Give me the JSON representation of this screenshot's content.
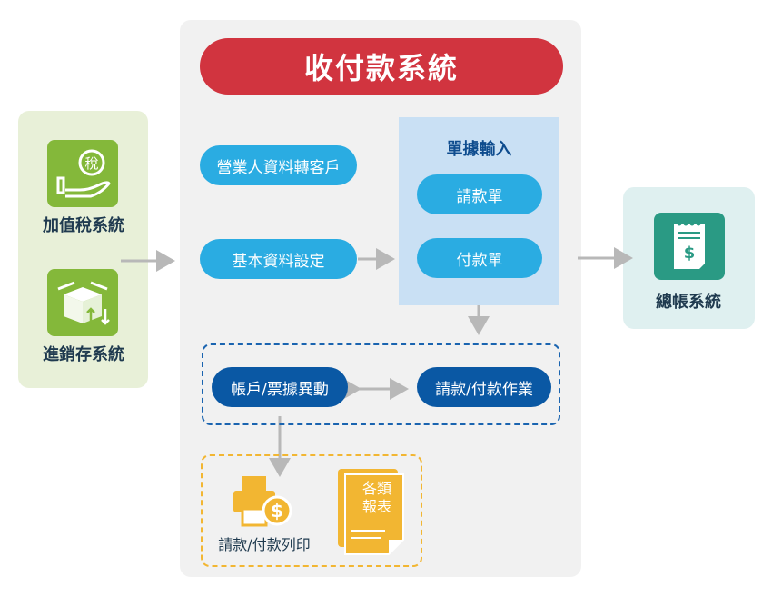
{
  "title": "收付款系統",
  "left_panel": {
    "tax_system": "加值稅系統",
    "tax_badge": "稅",
    "inventory_system": "進銷存系統"
  },
  "main": {
    "sales_to_customer": "營業人資料轉客戶",
    "basic_settings": "基本資料設定",
    "document_input": {
      "title": "單據輸入",
      "request_slip": "請款單",
      "payment_slip": "付款單"
    },
    "account_change": "帳戶/票據異動",
    "payment_operations": "請款/付款作業",
    "print_label": "請款/付款列印",
    "reports": [
      "各類",
      "報表"
    ]
  },
  "right_panel": {
    "ledger_system": "總帳系統"
  },
  "icons": {
    "tax": "hand-coin-icon",
    "inventory": "box-icon",
    "ledger": "receipt-dollar-icon",
    "printer": "printer-dollar-icon",
    "reports": "reports-doc-icon"
  },
  "colors": {
    "title_red": "#d1343f",
    "light_blue": "#2aace2",
    "dark_blue": "#0a58a4",
    "green": "#84b83a",
    "teal": "#2a9a84",
    "orange": "#f2b632",
    "arrow_gray": "#b8b8b8"
  }
}
